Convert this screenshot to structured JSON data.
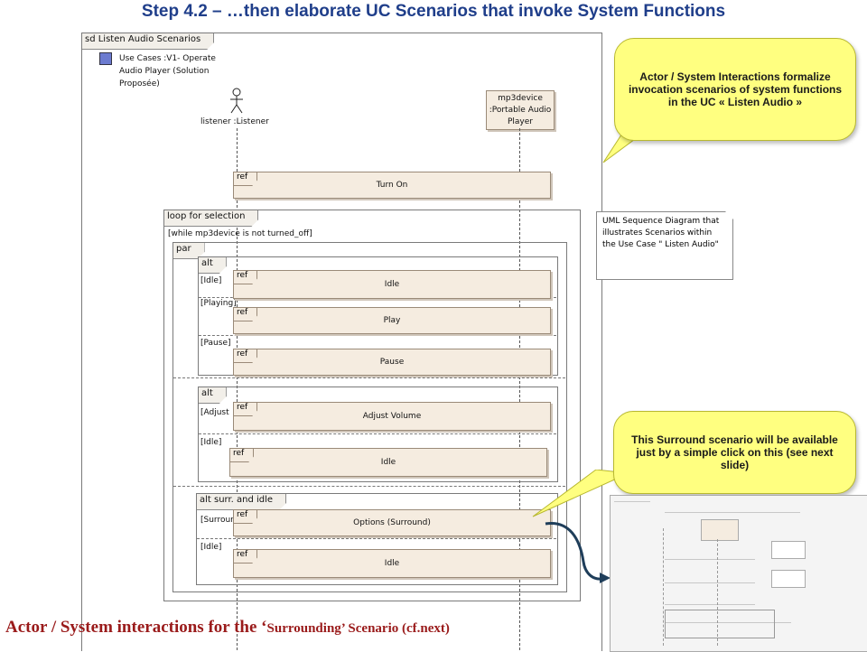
{
  "slide_title": "Step 4.2 – …then elaborate UC Scenarios that invoke System Functions",
  "diagram": {
    "frame_label": "sd Listen Audio Scenarios",
    "usecase_text": "Use Cases :V1- Operate Audio Player (Solution Proposée)",
    "listener_label": "listener :Listener",
    "device_label": "mp3device :Portable Audio Player",
    "ref_turn_on": {
      "tag": "ref",
      "label": "Turn On"
    },
    "loop_label": "loop for selection",
    "loop_guard": "[while mp3device is not turned_off]",
    "par_label": "par",
    "alt1": {
      "label": "alt",
      "guards": [
        "[Idle]",
        "[Playing]",
        "[Pause]"
      ],
      "refs": [
        {
          "tag": "ref",
          "label": "Idle"
        },
        {
          "tag": "ref",
          "label": "Play"
        },
        {
          "tag": "ref",
          "label": "Pause"
        }
      ]
    },
    "alt2": {
      "label": "alt",
      "guards": [
        "[Adjust",
        "[Idle]"
      ],
      "refs": [
        {
          "tag": "ref",
          "label": "Adjust Volume"
        },
        {
          "tag": "ref",
          "label": "Idle"
        }
      ]
    },
    "alt3": {
      "label": "alt surr. and idle",
      "guards": [
        "[Surround]",
        "[Idle]"
      ],
      "refs": [
        {
          "tag": "ref",
          "label": "Options (Surround)"
        },
        {
          "tag": "ref",
          "label": "Idle"
        }
      ]
    },
    "note_text": "UML Sequence Diagram that illustrates Scenarios within the Use Case \" Listen Audio\""
  },
  "callouts": {
    "top": "Actor / System Interactions formalize invocation scenarios of system functions in the UC « Listen Audio »",
    "bottom": "This Surround scenario will be available just by a simple click on this (see next slide)"
  },
  "footer": {
    "main": "Actor / System interactions for the ‘",
    "small": "Surrounding’ Scenario (cf.next)"
  },
  "colors": {
    "title": "#1f3e8a",
    "bubble": "#ffff80",
    "ref_fill": "#f5ece0",
    "footer": "#9a1b1b",
    "arrow": "#1f3e5a"
  }
}
